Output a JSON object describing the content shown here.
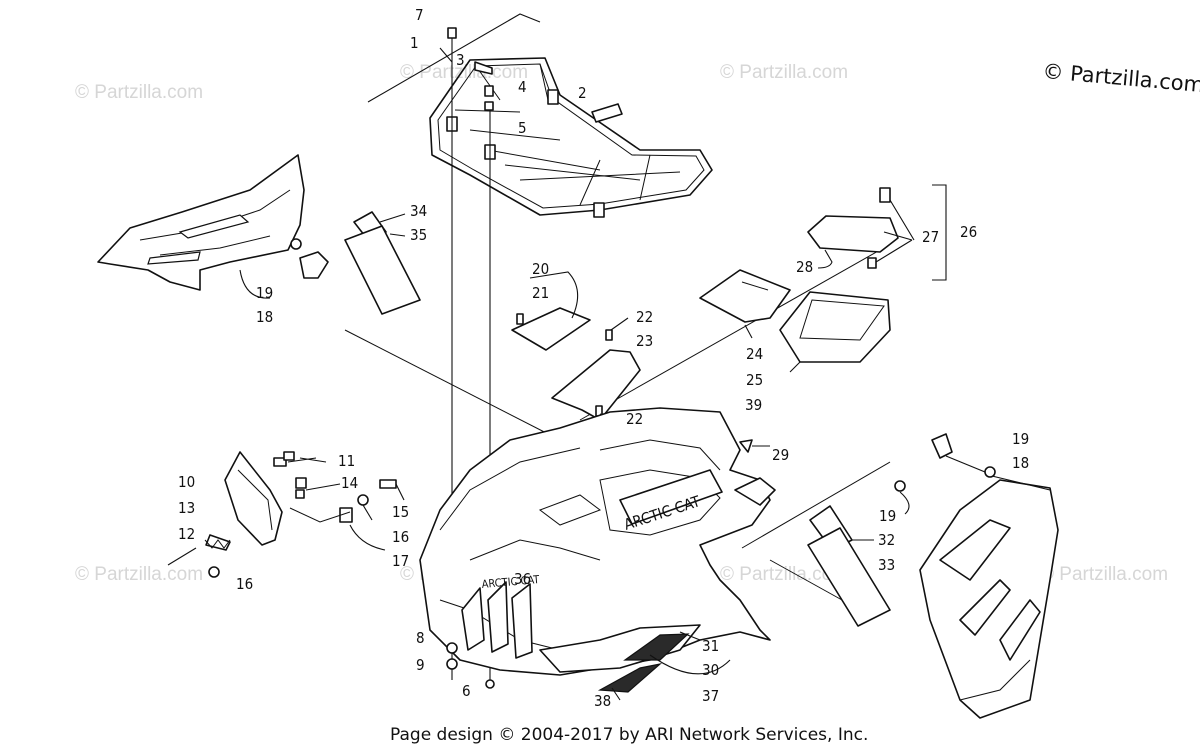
{
  "copyright_badge": "© Partzilla.com",
  "footer": "Page design © 2004-2017 by ARI Network Services, Inc.",
  "watermark_text": "© Partzilla.com",
  "callouts": {
    "c1": "1",
    "c2": "2",
    "c3": "3",
    "c4": "4",
    "c5": "5",
    "c6": "6",
    "c7": "7",
    "c8": "8",
    "c9": "9",
    "c10": "10",
    "c11": "11",
    "c12": "12",
    "c13": "13",
    "c14": "14",
    "c15": "15",
    "c16a": "16",
    "c16b": "16",
    "c17": "17",
    "c18a": "18",
    "c18b": "18",
    "c19a": "19",
    "c19b": "19",
    "c19c": "19",
    "c20": "20",
    "c21": "21",
    "c22a": "22",
    "c22b": "22",
    "c23": "23",
    "c24": "24",
    "c25": "25",
    "c26": "26",
    "c27": "27",
    "c28": "28",
    "c29": "29",
    "c30": "30",
    "c31": "31",
    "c32": "32",
    "c33": "33",
    "c34": "34",
    "c35": "35",
    "c36": "36",
    "c37": "37",
    "c38": "38",
    "c39": "39"
  },
  "fender_logo": "ARCTIC CAT",
  "grille_logo": "ARCTIC CAT",
  "colors": {
    "line": "#111111",
    "watermark": "#d6d6d6",
    "background": "#ffffff"
  }
}
